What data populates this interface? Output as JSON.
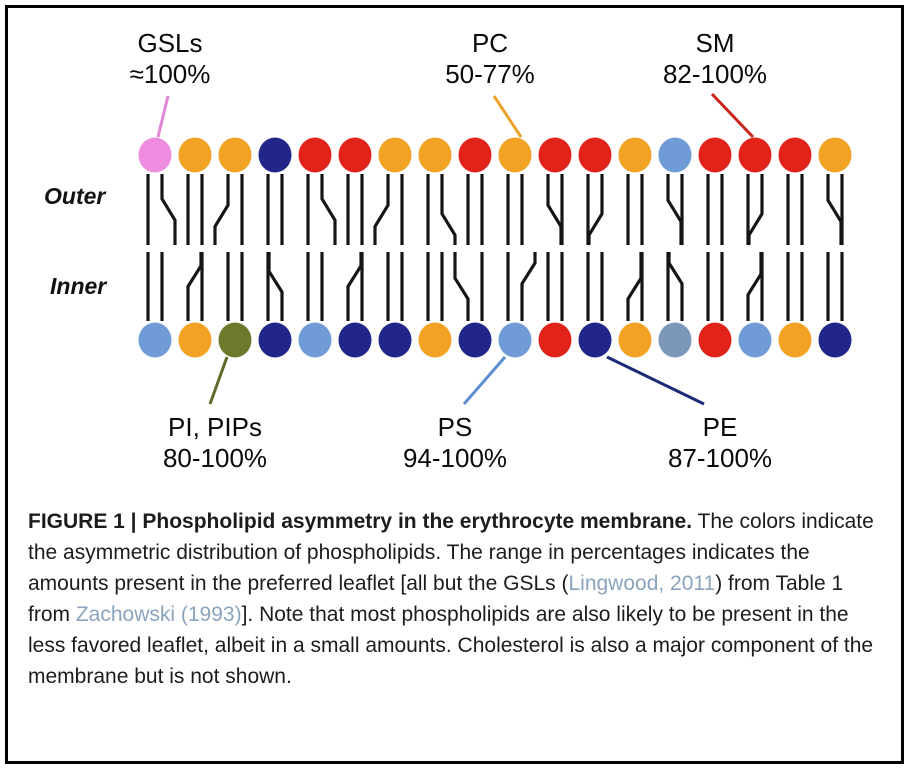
{
  "figure": {
    "side_labels": {
      "outer": "Outer",
      "inner": "Inner"
    },
    "top_annotations": [
      {
        "id": "gsls",
        "label": "GSLs",
        "range": "≈100%",
        "line_color": "#e286d6",
        "target_index": 0
      },
      {
        "id": "pc",
        "label": "PC",
        "range": "50-77%",
        "line_color": "#eca32b",
        "target_index": 9
      },
      {
        "id": "sm",
        "label": "SM",
        "range": "82-100%",
        "line_color": "#c9251e",
        "target_index": 15
      }
    ],
    "bottom_annotations": [
      {
        "id": "pi",
        "label": "PI, PIPs",
        "range": "80-100%",
        "line_color": "#5e6c2b",
        "target_index": 2
      },
      {
        "id": "ps",
        "label": "PS",
        "range": "94-100%",
        "line_color": "#5e8fd0",
        "target_index": 9
      },
      {
        "id": "pe",
        "label": "PE",
        "range": "87-100%",
        "line_color": "#1d2a78",
        "target_index": 11
      }
    ],
    "palette": {
      "pink": "#ee8ce0",
      "orange": "#f2a324",
      "red": "#e2231a",
      "navy": "#222688",
      "blue": "#6f9bd6",
      "steel": "#7d97b8",
      "olive": "#6d7a2e"
    },
    "outer_heads": [
      "pink",
      "orange",
      "orange",
      "navy",
      "red",
      "red",
      "orange",
      "orange",
      "red",
      "orange",
      "red",
      "red",
      "orange",
      "blue",
      "red",
      "red",
      "red",
      "orange"
    ],
    "inner_heads": [
      "blue",
      "orange",
      "olive",
      "navy",
      "blue",
      "navy",
      "navy",
      "orange",
      "navy",
      "blue",
      "red",
      "navy",
      "orange",
      "steel",
      "red",
      "blue",
      "orange",
      "navy"
    ],
    "tail_color": "#151515"
  },
  "caption": {
    "segments": [
      {
        "text": "FIGURE 1 | Phospholipid asymmetry in the erythrocyte membrane.",
        "style": "bold"
      },
      {
        "text": " The colors indicate the asymmetric distribution of phospholipids. The range in percentages indicates the amounts present in the preferred leaflet [all but the GSLs (",
        "style": "normal"
      },
      {
        "text": "Lingwood, 2011",
        "style": "citation"
      },
      {
        "text": ") from Table 1 from ",
        "style": "normal"
      },
      {
        "text": "Zachowski (1993)",
        "style": "citation"
      },
      {
        "text": "]. Note that most phospholipids are also likely to be present in the less favored leaflet, albeit in a small amounts. Cholesterol is also a major component of the membrane but is not shown.",
        "style": "normal"
      }
    ]
  }
}
